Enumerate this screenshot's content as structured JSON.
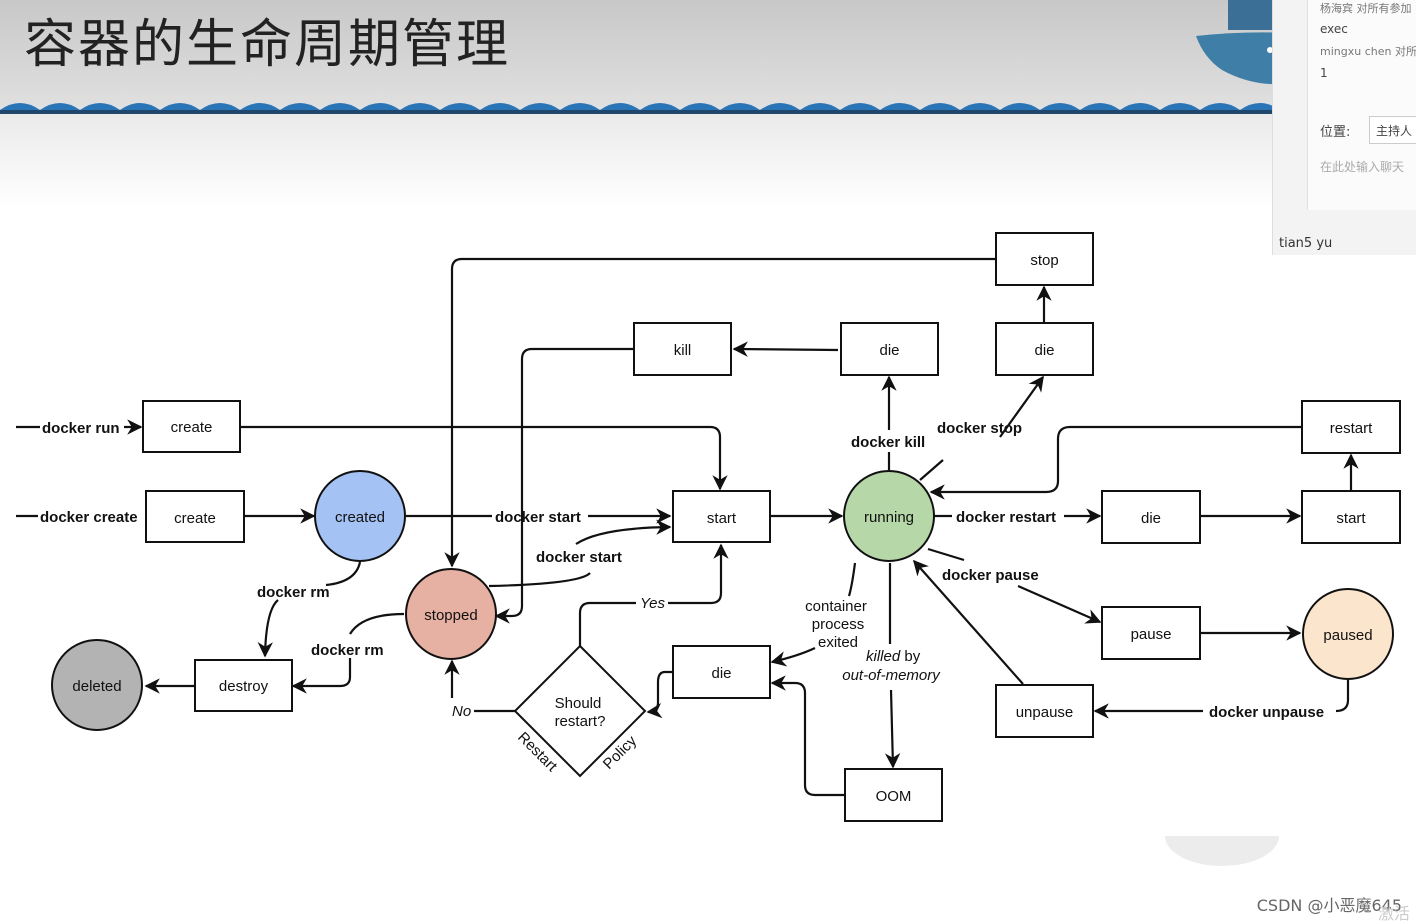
{
  "slide": {
    "title": "容器的生命周期管理"
  },
  "chat": {
    "lines": [
      "杨海宾 对所有参加",
      "exec",
      "mingxu chen 对所有",
      "1"
    ],
    "position_label": "位置:",
    "position_value": "主持人",
    "input_placeholder": "在此处输入聊天",
    "user": "tian5 yu"
  },
  "diagram": {
    "states": {
      "created": "created",
      "stopped": "stopped",
      "running": "running",
      "paused": "paused",
      "deleted": "deleted"
    },
    "state_colors": {
      "created": "#a4c2f4",
      "stopped": "#e6b0a2",
      "running": "#b6d7a8",
      "paused": "#fce5cd",
      "deleted": "#b3b3b3"
    },
    "events": {
      "create_run": "create",
      "create_create": "create",
      "start_main": "start",
      "kill": "kill",
      "die_kill": "die",
      "die_stop": "die",
      "stop": "stop",
      "restart": "restart",
      "die_restart": "die",
      "start_restart": "start",
      "pause": "pause",
      "unpause": "unpause",
      "die_exit": "die",
      "oom": "OOM",
      "destroy": "destroy"
    },
    "commands": {
      "docker_run": "docker run",
      "docker_create": "docker create",
      "docker_start_1": "docker start",
      "docker_start_2": "docker start",
      "docker_kill": "docker kill",
      "docker_stop": "docker stop",
      "docker_restart": "docker restart",
      "docker_pause": "docker pause",
      "docker_unpause": "docker unpause",
      "docker_rm_1": "docker rm",
      "docker_rm_2": "docker rm"
    },
    "decision": {
      "line1": "Should",
      "line2": "restart?",
      "restart": "Restart",
      "policy": "Policy"
    },
    "annotations": {
      "yes": "Yes",
      "no": "No",
      "container": "container",
      "process": "process",
      "exited": "exited",
      "killed": "killed",
      "by": " by",
      "oom": "out-of-memory"
    }
  },
  "footer": {
    "watermark": "CSDN @小恶魔645",
    "activate": "激活"
  }
}
